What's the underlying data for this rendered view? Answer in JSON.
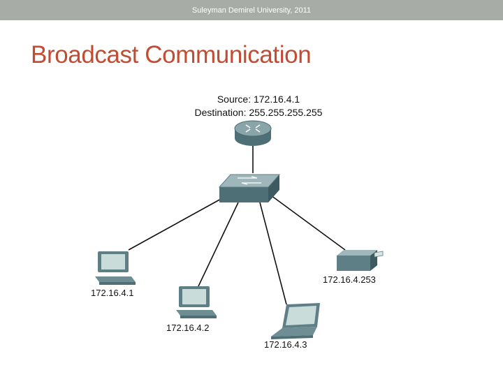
{
  "header": {
    "text": "Suleyman Demirel University, 2011"
  },
  "slide": {
    "title": "Broadcast Communication"
  },
  "frame": {
    "source_label": "Source: 172.16.4.1",
    "destination_label": "Destination: 255.255.255.255"
  },
  "devices": {
    "router": {
      "icon": "router-icon"
    },
    "switch": {
      "icon": "switch-icon"
    },
    "host1": {
      "icon": "desktop-pc-icon",
      "address": "172.16.4.1"
    },
    "host2": {
      "icon": "desktop-pc-icon",
      "address": "172.16.4.2"
    },
    "host3": {
      "icon": "laptop-icon",
      "address": "172.16.4.3"
    },
    "host4": {
      "icon": "printer-icon",
      "address": "172.16.4.253"
    }
  },
  "colors": {
    "title": "#c04d33",
    "header_band": "#a8aca6",
    "device_body": "#5f7f86",
    "device_light": "#9fb7bb",
    "screen": "#c9dcd9"
  }
}
